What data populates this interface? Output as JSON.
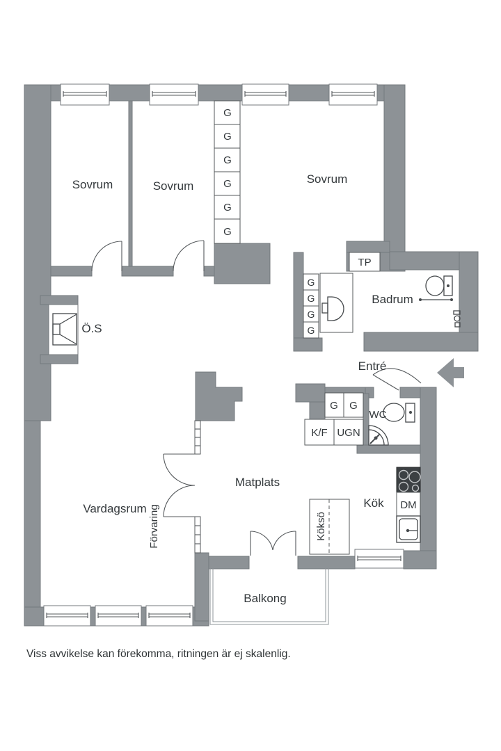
{
  "plan": {
    "rooms": {
      "bedroom_1": "Sovrum",
      "bedroom_2": "Sovrum",
      "bedroom_3": "Sovrum",
      "bathroom": "Badrum",
      "entry": "Entré",
      "wc": "WC",
      "kitchen": "Kök",
      "dining": "Matplats",
      "living_room": "Vardagsrum",
      "balcony": "Balkong"
    },
    "fixtures": {
      "drying_cabinet": "TP",
      "open_fireplace": "Ö.S",
      "wardrobe": "G",
      "fridge_freezer": "K/F",
      "oven": "UGN",
      "dishwasher": "DM",
      "kitchen_island": "Köksö",
      "storage": "Förvaring"
    },
    "wardrobe_counts": {
      "bedroom_column": 6,
      "hall_column": 4,
      "entry_pair": 2
    },
    "colors": {
      "wall": "#8d9296",
      "wall_outline": "#74797d",
      "line": "#54585b",
      "text": "#33383b",
      "background": "#ffffff",
      "stove": "#3c4043"
    }
  },
  "footer": {
    "disclaimer": "Viss avvikelse kan förekomma, ritningen är ej skalenlig."
  }
}
